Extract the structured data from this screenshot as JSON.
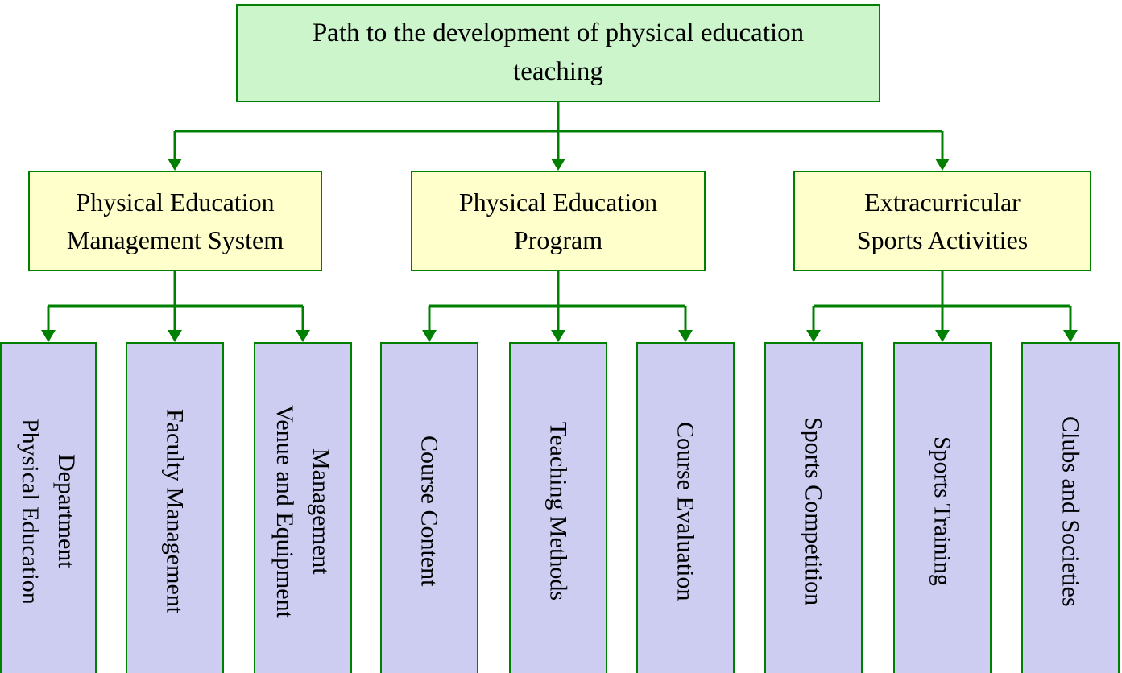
{
  "diagram": {
    "title": "Path to the development of physical education teaching",
    "root": {
      "label": "Path to the development of physical education\nteaching"
    },
    "branches": [
      {
        "label": "Physical Education\nManagement System",
        "children": [
          {
            "label": "Physical Education\nDepartment"
          },
          {
            "label": "Faculty Management"
          },
          {
            "label": "Venue and Equipment\nManagement"
          }
        ]
      },
      {
        "label": "Physical Education\nProgram",
        "children": [
          {
            "label": "Course Content"
          },
          {
            "label": "Teaching Methods"
          },
          {
            "label": "Course Evaluation"
          }
        ]
      },
      {
        "label": "Extracurricular\nSports Activities",
        "children": [
          {
            "label": "Sports Competition"
          },
          {
            "label": "Sports Training"
          },
          {
            "label": "Clubs and Societies"
          }
        ]
      }
    ],
    "colors": {
      "root_fill": "#CCF5CC",
      "branch_fill": "#FFFFCC",
      "leaf_fill": "#CDCDF2",
      "border": "#008000",
      "connector": "#008000",
      "text": "#000000"
    }
  }
}
